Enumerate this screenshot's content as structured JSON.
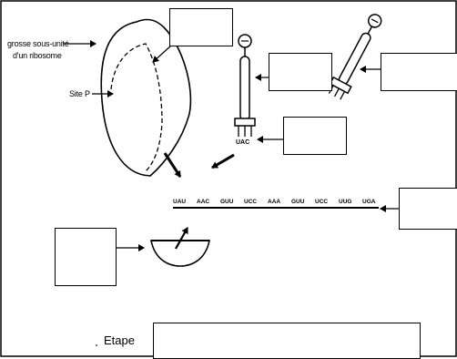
{
  "labels": {
    "large_subunit_line1": "grosse sous-unité",
    "large_subunit_line2": "d'un ribosome",
    "p_site": "Site P",
    "step": "Etape"
  },
  "mrna_codons": [
    "UAU",
    "AAC",
    "GUU",
    "UCC",
    "AAA",
    "GUU",
    "UCC",
    "UUG",
    "UGA"
  ],
  "colors": {
    "ink": "#000000",
    "background": "#ffffff"
  }
}
